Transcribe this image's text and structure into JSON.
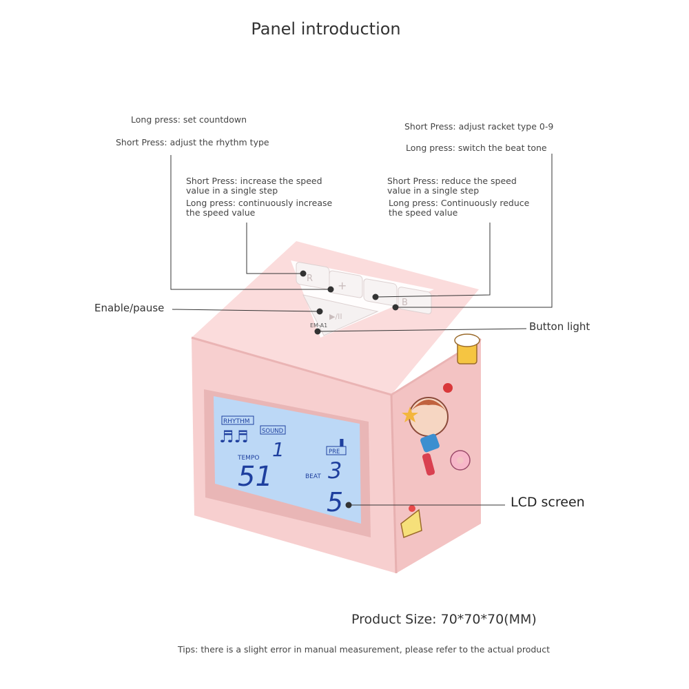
{
  "title": "Panel introduction",
  "labels": {
    "long_press_countdown": "Long press: set countdown",
    "short_press_rhythm": "Short Press: adjust the rhythm type",
    "short_press_increase": "Short Press: increase the speed value in a single step",
    "long_press_increase": "Long press: continuously increase the speed value",
    "short_press_racket": "Short Press: adjust racket type 0-9",
    "long_press_tone": "Long press: switch the beat tone",
    "short_press_reduce": "Short Press: reduce the speed value in a single step",
    "long_press_reduce": "Long press: Continuously reduce the speed value",
    "enable_pause": "Enable/pause",
    "button_light": "Button light",
    "lcd_screen": "LCD screen"
  },
  "device": {
    "buttons": {
      "r": "R",
      "plus": "+",
      "b": "B",
      "play": "▶/II",
      "model": "EM-A1"
    },
    "lcd": {
      "rhythm_tag": "RHYTHM",
      "sound_tag": "SOUND",
      "sound_value": "1",
      "pre_tag": "PRE",
      "pre_value": "3",
      "tempo_tag": "TEMPO",
      "tempo_value": "51",
      "beat_tag": "BEAT",
      "beat_value": "5"
    }
  },
  "product_size": "Product Size: 70*70*70(MM)",
  "tips": "Tips: there is a slight error in manual measurement, please refer to the actual product",
  "colors": {
    "body": "#f7cfcf",
    "side": "#f3c4c4",
    "top": "#fbdcdc",
    "lcd": "#b8d6f5",
    "lcd_text": "#1e3f9e",
    "line": "#333333"
  }
}
